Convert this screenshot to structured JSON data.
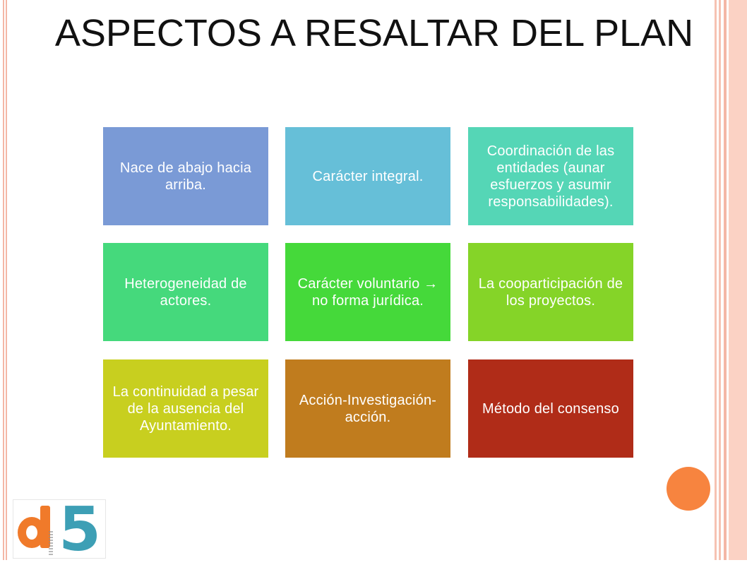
{
  "slide": {
    "title": "ASPECTOS A RESALTAR DEL PLAN"
  },
  "tiles": [
    {
      "text": "Nace de abajo hacia arriba.",
      "color": "#7a9ad6"
    },
    {
      "text": "Carácter integral.",
      "color": "#66bfd8"
    },
    {
      "text": "Coordinación de las entidades (aunar esfuerzos y asumir responsabilidades).",
      "color": "#55d6b6"
    },
    {
      "text": "Heterogeneidad de actores.",
      "color": "#45d97c"
    },
    {
      "text": "Carácter voluntario → no forma jurídica.",
      "color": "#45d93a"
    },
    {
      "text": "La cooparticipación de los proyectos.",
      "color": "#85d428"
    },
    {
      "text": "La continuidad a pesar de la ausencia del Ayuntamiento.",
      "color": "#c8cf1f"
    },
    {
      "text": "Acción-Investigación-acción.",
      "color": "#c07c1e"
    },
    {
      "text": "Método del consenso",
      "color": "#b02c18"
    }
  ],
  "logo": {
    "text": "d5",
    "colors": {
      "d": "#f07a2a",
      "five": "#3d9fb5"
    }
  },
  "decor": {
    "accent_circle_color": "#f7843f",
    "frame_color": "#f4b7a6"
  }
}
